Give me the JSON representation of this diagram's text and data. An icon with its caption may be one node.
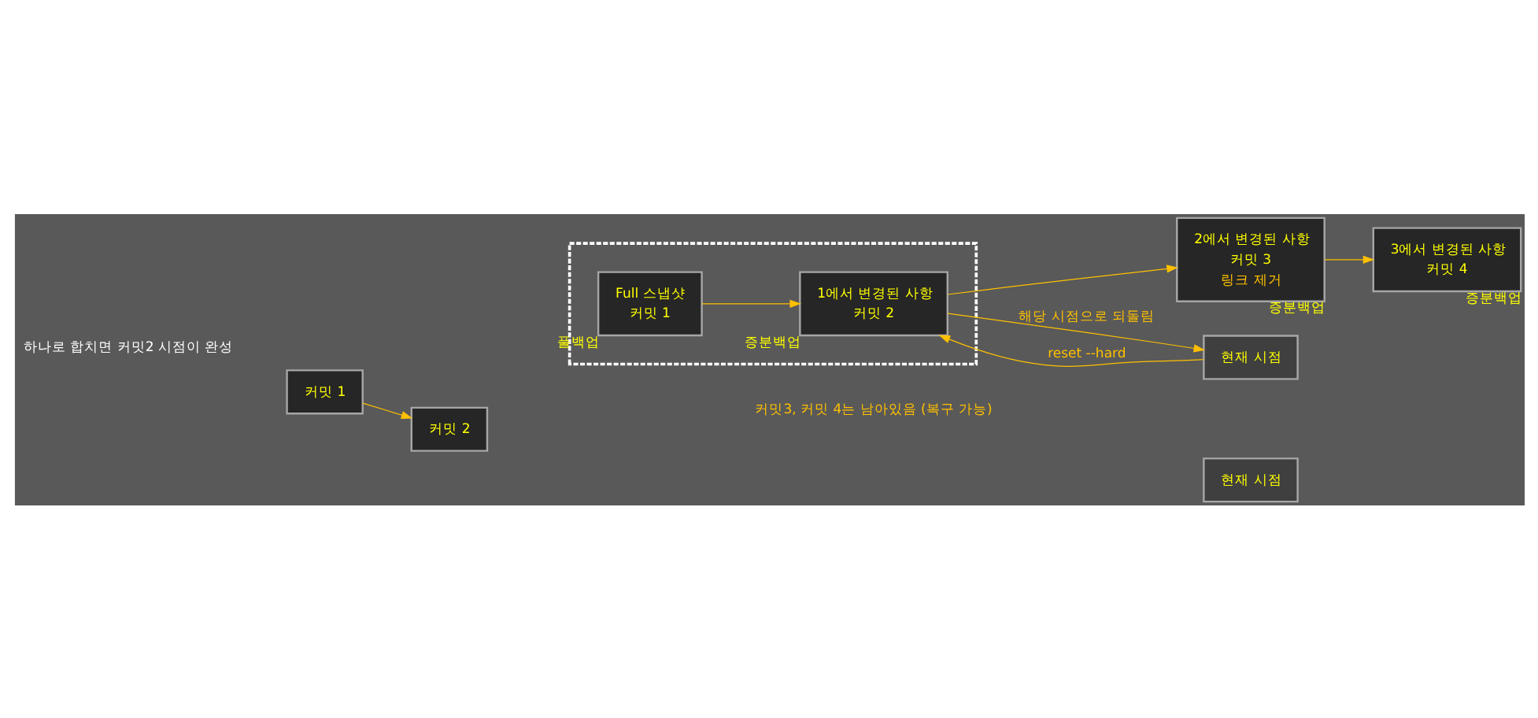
{
  "diagram": {
    "nodes": [
      {
        "text": [],
        "shape": "box"
      },
      {
        "text": [
          "Full 스냅샷",
          "커밋 1"
        ],
        "in": 0,
        "beside": [
          "풀백업"
        ]
      },
      {
        "text": [
          "1에서 변경된 사항",
          "커밋 2"
        ],
        "in": 0,
        "beside": [
          "증분백업"
        ]
      },
      {
        "text": [
          "2에서 변경된 사항",
          "커밋 3",
          "링크 제거"
        ],
        "beside": [
          "증분백업"
        ]
      },
      {
        "text": [
          "3에서 변경된 사항",
          "커밋 4"
        ],
        "beside": [
          "증분백업"
        ]
      },
      {
        "text": [
          "현재 시점"
        ]
      },
      {
        "text": [
          "커밋 1"
        ]
      },
      {
        "text": [
          "커밋 2"
        ]
      },
      {
        "text": [
          "현재 시점"
        ]
      }
    ],
    "edges": [
      {
        "from": 1,
        "to": 2,
        "arrow": "to"
      },
      {
        "from": 2,
        "to": 3,
        "arrow": "to"
      },
      {
        "from": 3,
        "to": 4,
        "arrow": "to"
      },
      {
        "from": 5,
        "to": 2,
        "arrow": "to",
        "label": "reset --hard"
      },
      {
        "from": 2,
        "to": 5,
        "arrow": "to",
        "label": "해당 시점으로 되돌림"
      },
      {
        "from": 6,
        "to": 7,
        "arrow": "to"
      }
    ],
    "labels": [
      "하나로 합치면 커밋2 시점이 완성",
      "커밋3, 커밋 4는 남아있음 (복구 가능)"
    ]
  }
}
